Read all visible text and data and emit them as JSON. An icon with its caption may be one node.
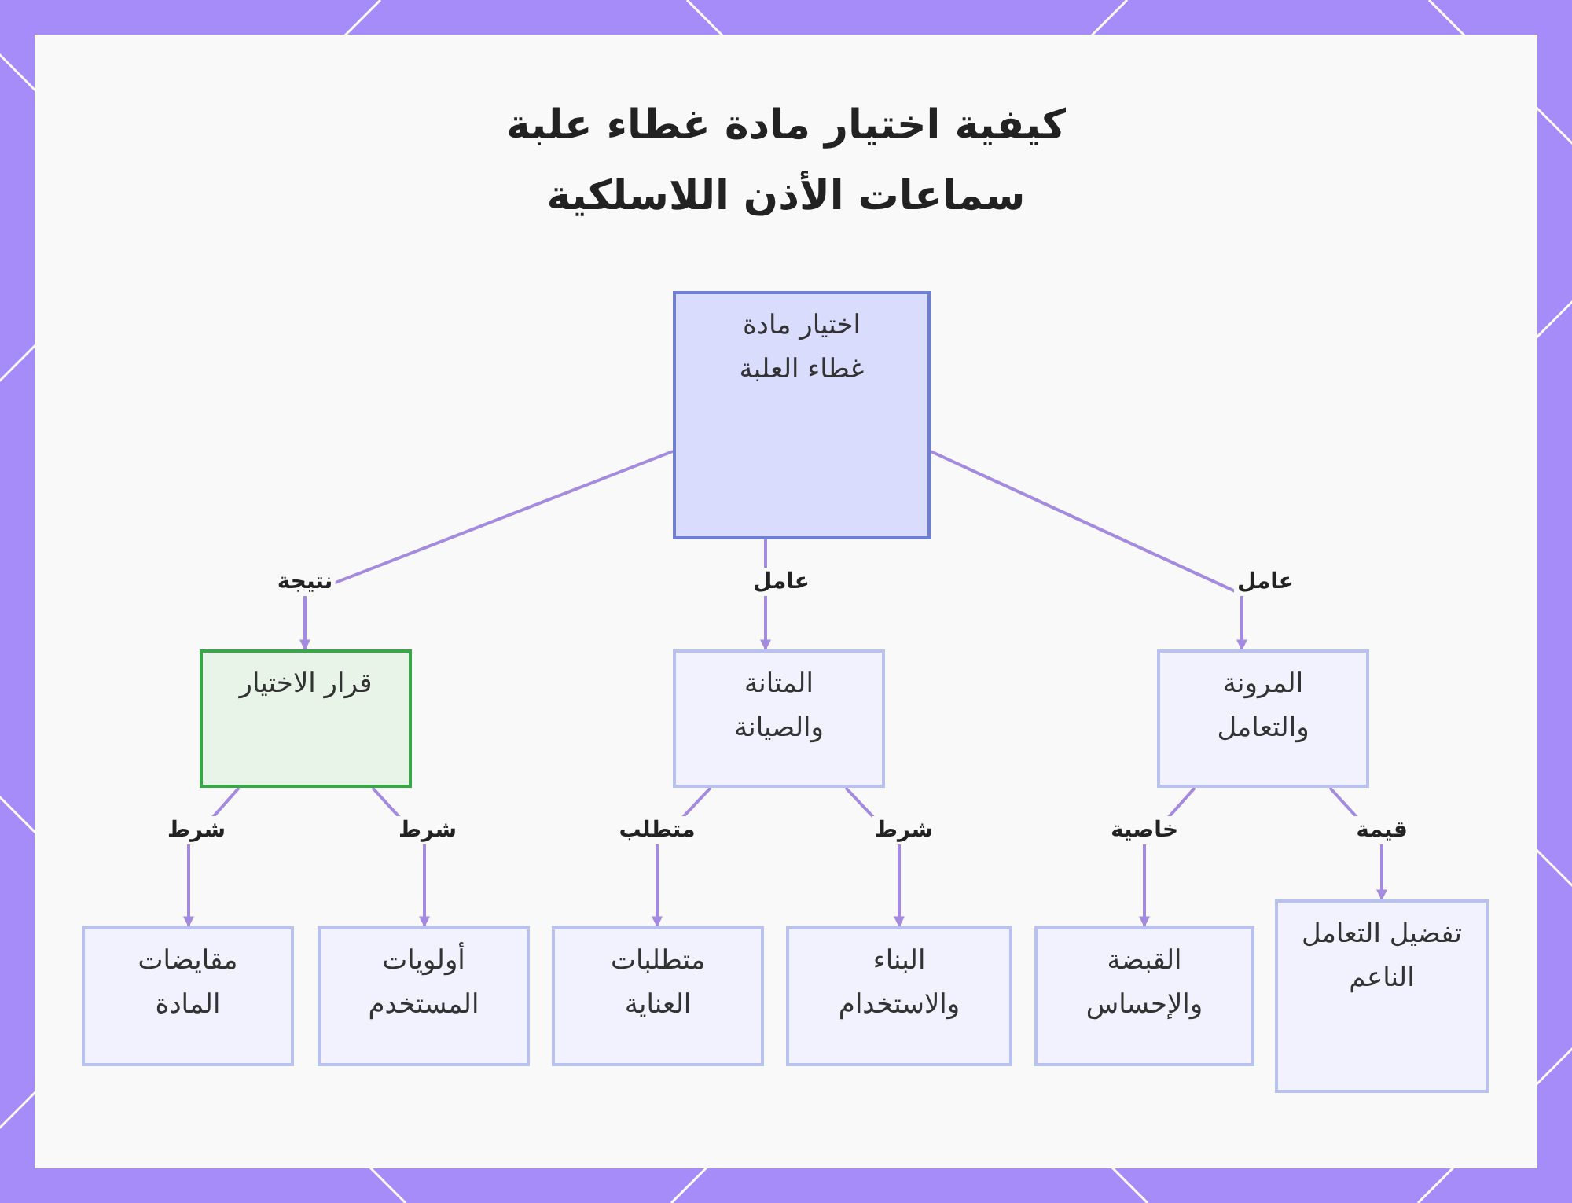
{
  "diagram": {
    "title": "كيفية اختيار مادة غطاء علبة سماعات الأذن اللاسلكية",
    "nodes": [
      {
        "text": [
          "اختيار مادة غطاء العلبة"
        ]
      },
      {
        "text": [
          "قرار الاختيار"
        ]
      },
      {
        "text": [
          "المتانة والصيانة"
        ]
      },
      {
        "text": [
          "المرونة والتعامل"
        ]
      },
      {
        "text": [
          "مقايضات المادة"
        ]
      },
      {
        "text": [
          "أولويات المستخدم"
        ]
      },
      {
        "text": [
          "متطلبات العناية"
        ]
      },
      {
        "text": [
          "البناء والاستخدام"
        ]
      },
      {
        "text": [
          "القبضة والإحساس"
        ]
      },
      {
        "text": [
          "تفضيل التعامل الناعم"
        ]
      }
    ],
    "edges": [
      {
        "from": 0,
        "to": 1,
        "arrow": "to",
        "label": "نتيجة"
      },
      {
        "from": 0,
        "to": 2,
        "arrow": "to",
        "label": "عامل"
      },
      {
        "from": 0,
        "to": 3,
        "arrow": "to",
        "label": "عامل"
      },
      {
        "from": 1,
        "to": 4,
        "arrow": "to",
        "label": "شرط"
      },
      {
        "from": 1,
        "to": 5,
        "arrow": "to",
        "label": "شرط"
      },
      {
        "from": 2,
        "to": 6,
        "arrow": "to",
        "label": "متطلب"
      },
      {
        "from": 2,
        "to": 7,
        "arrow": "to",
        "label": "شرط"
      },
      {
        "from": 3,
        "to": 8,
        "arrow": "to",
        "label": "خاصية"
      },
      {
        "from": 3,
        "to": 9,
        "arrow": "to",
        "label": "قيمة"
      }
    ]
  }
}
